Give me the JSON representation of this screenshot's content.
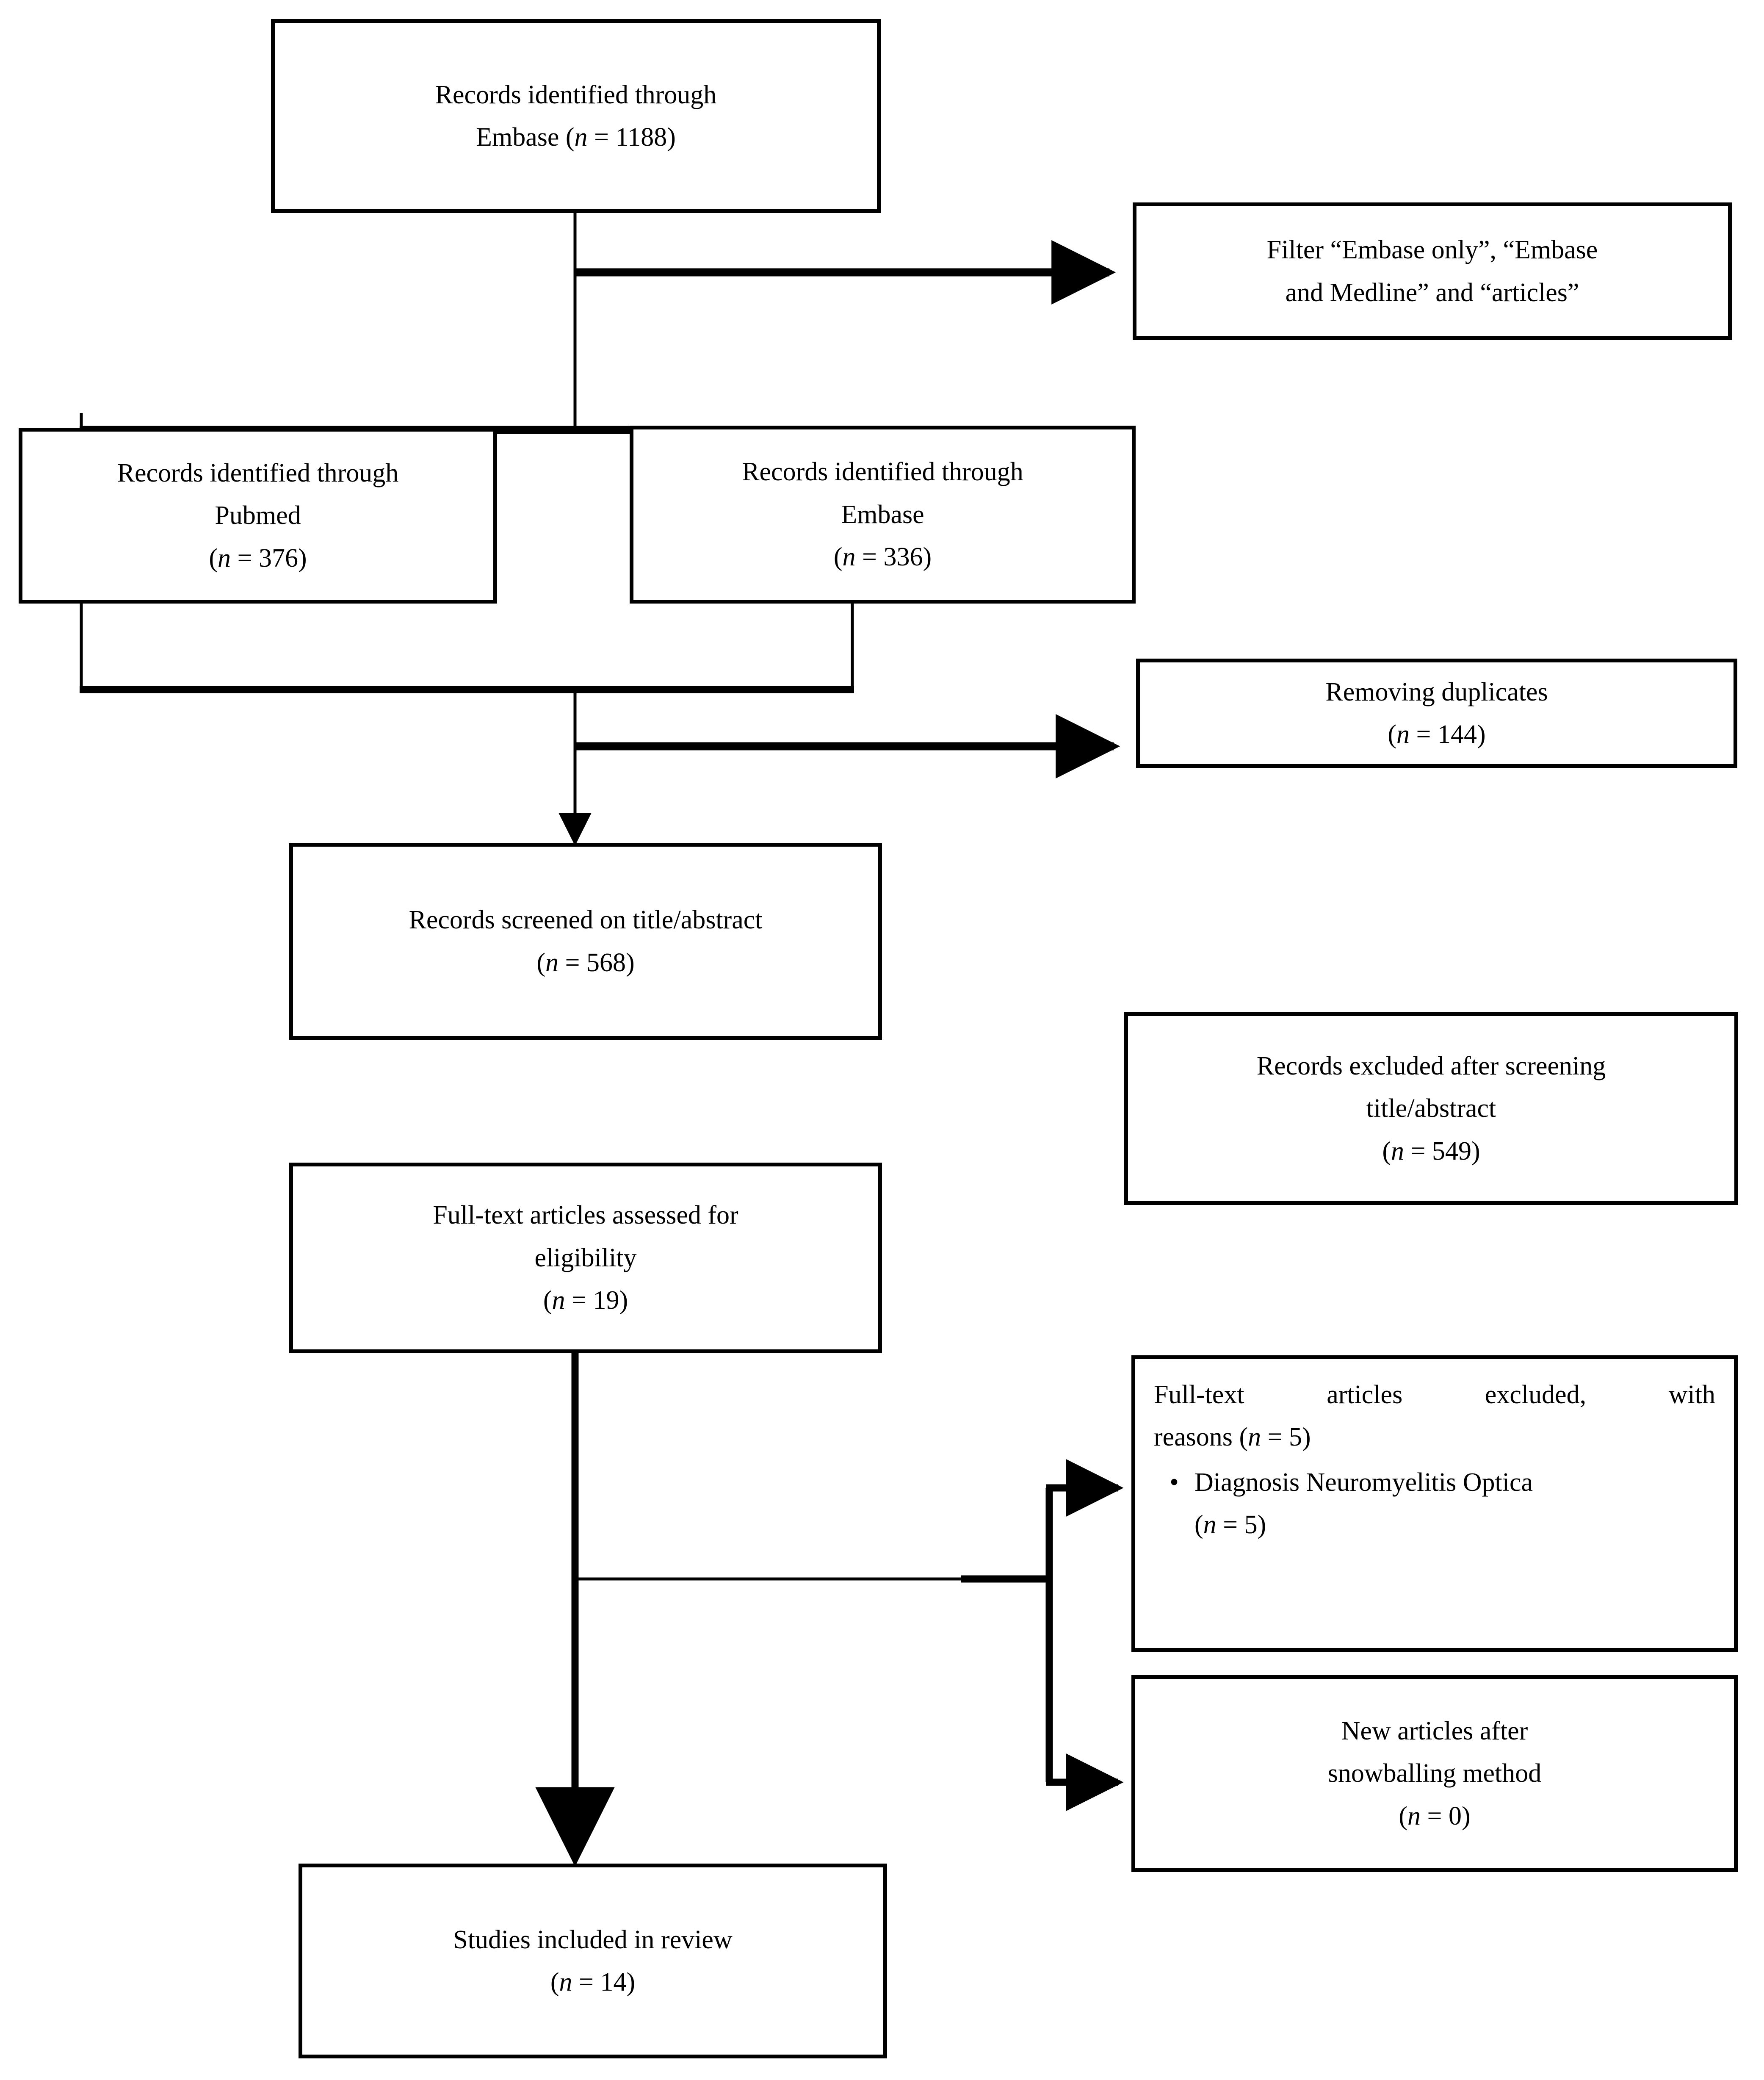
{
  "diagram": {
    "type": "prisma-flow-diagram",
    "colors": {
      "stroke": "#000000",
      "background": "#ffffff",
      "text": "#000000"
    },
    "nodes": {
      "records_embase_initial": {
        "line1": "Records identified through",
        "line2": "Embase (n = 1188)"
      },
      "filter": {
        "line1": "Filter “Embase only”, “Embase",
        "line2": "and Medline” and “articles”"
      },
      "records_pubmed": {
        "line1": "Records identified through",
        "line2": "Pubmed",
        "line3": "(n = 376)"
      },
      "records_embase": {
        "line1": "Records identified through",
        "line2": "Embase",
        "line3": "(n = 336)"
      },
      "removing_duplicates": {
        "line1": "Removing duplicates",
        "line2": "(n = 144)"
      },
      "records_screened": {
        "line1": "Records screened on title/abstract",
        "line2": "(n = 568)"
      },
      "records_excluded": {
        "line1": "Records excluded after screening",
        "line2": "title/abstract",
        "line3": "(n = 549)"
      },
      "fulltext_assessed": {
        "line1": "Full-text articles assessed for",
        "line2": "eligibility",
        "line3": "(n = 19)"
      },
      "fulltext_excluded": {
        "line1": "Full-text articles excluded, with",
        "line2": "reasons (n = 5)",
        "bullet": "Diagnosis Neuromyelitis Optica",
        "bullet_count": "(n = 5)",
        "bullet_glyph": "•"
      },
      "new_articles_snowballing": {
        "line1": "New articles after",
        "line2": "snowballing method",
        "line3": "(n = 0)"
      },
      "studies_included": {
        "line1": "Studies included in review",
        "line2": "(n = 14)"
      }
    },
    "counts": {
      "embase_initial": 1188,
      "pubmed": 376,
      "embase_filtered": 336,
      "duplicates_removed": 144,
      "screened": 568,
      "excluded_screening": 549,
      "fulltext_assessed": 19,
      "fulltext_excluded": 5,
      "excluded_neuromyelitis_optica": 5,
      "new_snowballing": 0,
      "included": 14
    }
  }
}
